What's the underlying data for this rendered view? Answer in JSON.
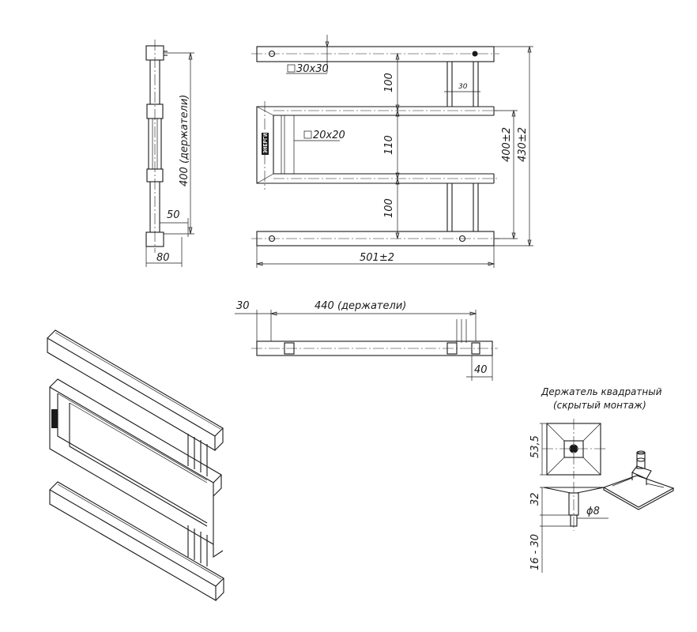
{
  "dimensions": {
    "side_height": "400 (держатели)",
    "side_50": "50",
    "side_80": "80",
    "front_tube_top": "30x30",
    "front_tube_frame": "20x20",
    "front_100_top": "100",
    "front_110": "110",
    "front_100_bottom": "100",
    "front_small_30": "30",
    "front_400": "400±2",
    "front_430": "430±2",
    "front_width": "501±2",
    "top_30": "30",
    "top_440": "440 (держатели)",
    "top_40": "40",
    "holder_53": "53,5",
    "holder_32": "32",
    "holder_phi8": "ϕ8",
    "holder_range": "16 - 30"
  },
  "holder_title": {
    "line1": "Держатель квадратный",
    "line2": "(скрытый монтаж)"
  },
  "brand_mark": "ЭНЕРГИЯ"
}
